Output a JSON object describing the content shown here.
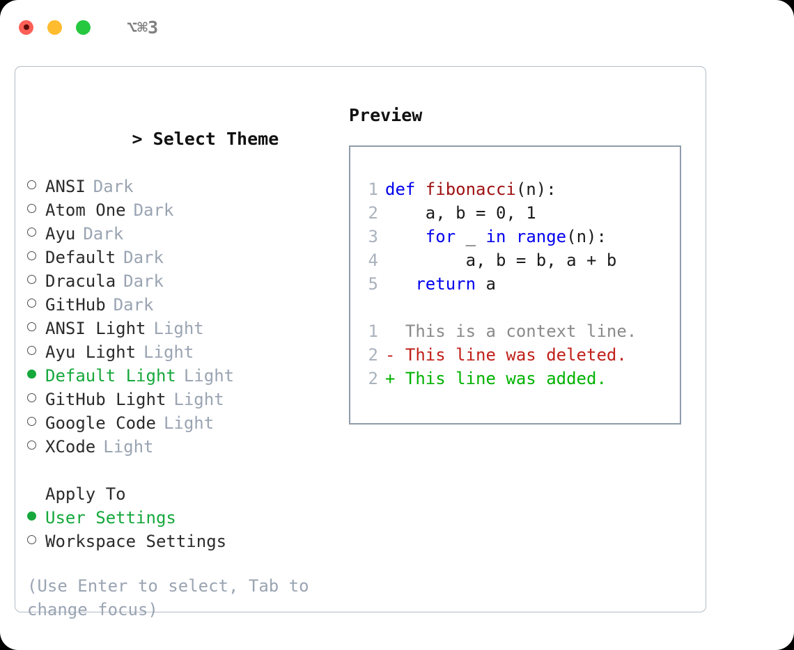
{
  "titlebar": {
    "shortcut": "⌥⌘3",
    "lights": [
      {
        "name": "close",
        "color": "#fd5f56"
      },
      {
        "name": "minimize",
        "color": "#febc2e"
      },
      {
        "name": "zoom",
        "color": "#26c840"
      }
    ]
  },
  "theme_list": {
    "header_caret": ">",
    "header": "Select Theme",
    "items": [
      {
        "label": "ANSI",
        "variant": "Dark",
        "selected": false
      },
      {
        "label": "Atom One",
        "variant": "Dark",
        "selected": false
      },
      {
        "label": "Ayu",
        "variant": "Dark",
        "selected": false
      },
      {
        "label": "Default",
        "variant": "Dark",
        "selected": false
      },
      {
        "label": "Dracula",
        "variant": "Dark",
        "selected": false
      },
      {
        "label": "GitHub",
        "variant": "Dark",
        "selected": false
      },
      {
        "label": "ANSI Light",
        "variant": "Light",
        "selected": false
      },
      {
        "label": "Ayu Light",
        "variant": "Light",
        "selected": false
      },
      {
        "label": "Default Light",
        "variant": "Light",
        "selected": true
      },
      {
        "label": "GitHub Light",
        "variant": "Light",
        "selected": false
      },
      {
        "label": "Google Code",
        "variant": "Light",
        "selected": false
      },
      {
        "label": "XCode",
        "variant": "Light",
        "selected": false
      }
    ]
  },
  "apply_to": {
    "title": "Apply To",
    "items": [
      {
        "label": "User Settings",
        "selected": true
      },
      {
        "label": "Workspace Settings",
        "selected": false
      }
    ]
  },
  "hint": "(Use Enter to select, Tab to change focus)",
  "preview": {
    "title": "Preview",
    "code": [
      {
        "num": "1",
        "tokens": [
          {
            "text": "def ",
            "cls": "kw"
          },
          {
            "text": "fibonacci",
            "cls": "fn"
          },
          {
            "text": "(n):",
            "cls": "plain"
          }
        ]
      },
      {
        "num": "2",
        "tokens": [
          {
            "text": "    a, b = 0, 1",
            "cls": "plain"
          }
        ]
      },
      {
        "num": "3",
        "tokens": [
          {
            "text": "    ",
            "cls": "plain"
          },
          {
            "text": "for",
            "cls": "kw"
          },
          {
            "text": " _ ",
            "cls": "plain"
          },
          {
            "text": "in",
            "cls": "kw"
          },
          {
            "text": " ",
            "cls": "plain"
          },
          {
            "text": "range",
            "cls": "kw"
          },
          {
            "text": "(n):",
            "cls": "plain"
          }
        ]
      },
      {
        "num": "4",
        "tokens": [
          {
            "text": "        a, b = b, a + b",
            "cls": "plain"
          }
        ]
      },
      {
        "num": "5",
        "tokens": [
          {
            "text": "   ",
            "cls": "plain"
          },
          {
            "text": "return",
            "cls": "kw"
          },
          {
            "text": " a",
            "cls": "plain"
          }
        ]
      }
    ],
    "diff": [
      {
        "num": "1",
        "sign": "  ",
        "text": "This is a context line.",
        "cls": "ctx"
      },
      {
        "num": "2",
        "sign": "- ",
        "text": "This line was deleted.",
        "cls": "del"
      },
      {
        "num": "2",
        "sign": "+ ",
        "text": "This line was added.",
        "cls": "add"
      }
    ]
  },
  "colors": {
    "selected_green": "#16a83c",
    "muted_grey": "#9aa4b2",
    "keyword_blue": "#0000ee",
    "function_red": "#9e1012",
    "diff_deleted": "#c0201a",
    "diff_added": "#00b200",
    "panel_border": "#b3bcc8",
    "preview_border": "#8f9bab"
  }
}
